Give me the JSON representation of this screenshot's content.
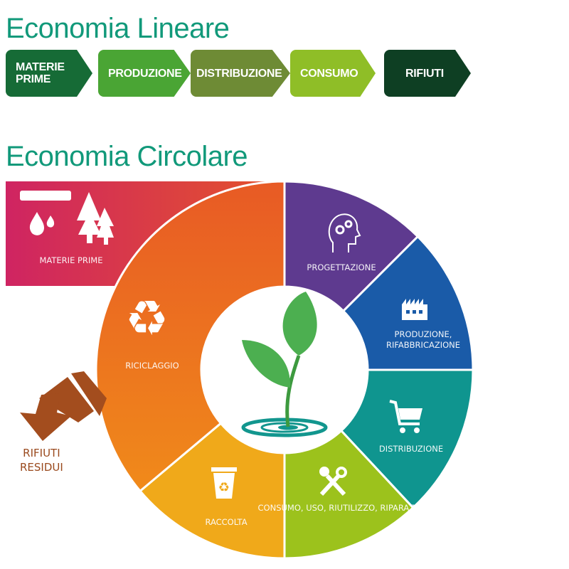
{
  "linear": {
    "title": "Economia Lineare",
    "steps": [
      {
        "label": "MATERIE PRIME",
        "color": "#166b36"
      },
      {
        "label": "PRODUZIONE",
        "color": "#4aa534"
      },
      {
        "label": "DISTRIBUZIONE",
        "color": "#6e8b35"
      },
      {
        "label": "CONSUMO",
        "color": "#8fbe27"
      },
      {
        "label": "RIFIUTI",
        "color": "#0e3f23"
      }
    ]
  },
  "circular": {
    "title": "Economia Circolare",
    "raw_materials": {
      "label": "MATERIE PRIME"
    },
    "segments": [
      {
        "label": "PROGETTAZIONE",
        "color": "#5e3a8f",
        "icon": "head-gears-icon"
      },
      {
        "label": "PRODUZIONE, RIFABBRICAZIONE",
        "color": "#1a5ba8",
        "icon": "factory-icon"
      },
      {
        "label": "DISTRIBUZIONE",
        "color": "#0f958f",
        "icon": "cart-icon"
      },
      {
        "label": "CONSUMO, USO, RIUTILIZZO, RIPARAZIONE",
        "color": "#9cc21c",
        "icon": "tools-icon"
      },
      {
        "label": "RACCOLTA",
        "color": "#f0a91a",
        "icon": "recycle-bin-icon"
      },
      {
        "label": "RICICLAGGIO",
        "color": "#ec6a1f",
        "icon": "recycle-icon"
      }
    ],
    "residual": {
      "label_line1": "RIFIUTI",
      "label_line2": "RESIDUI",
      "color": "#9a4a1e"
    }
  }
}
